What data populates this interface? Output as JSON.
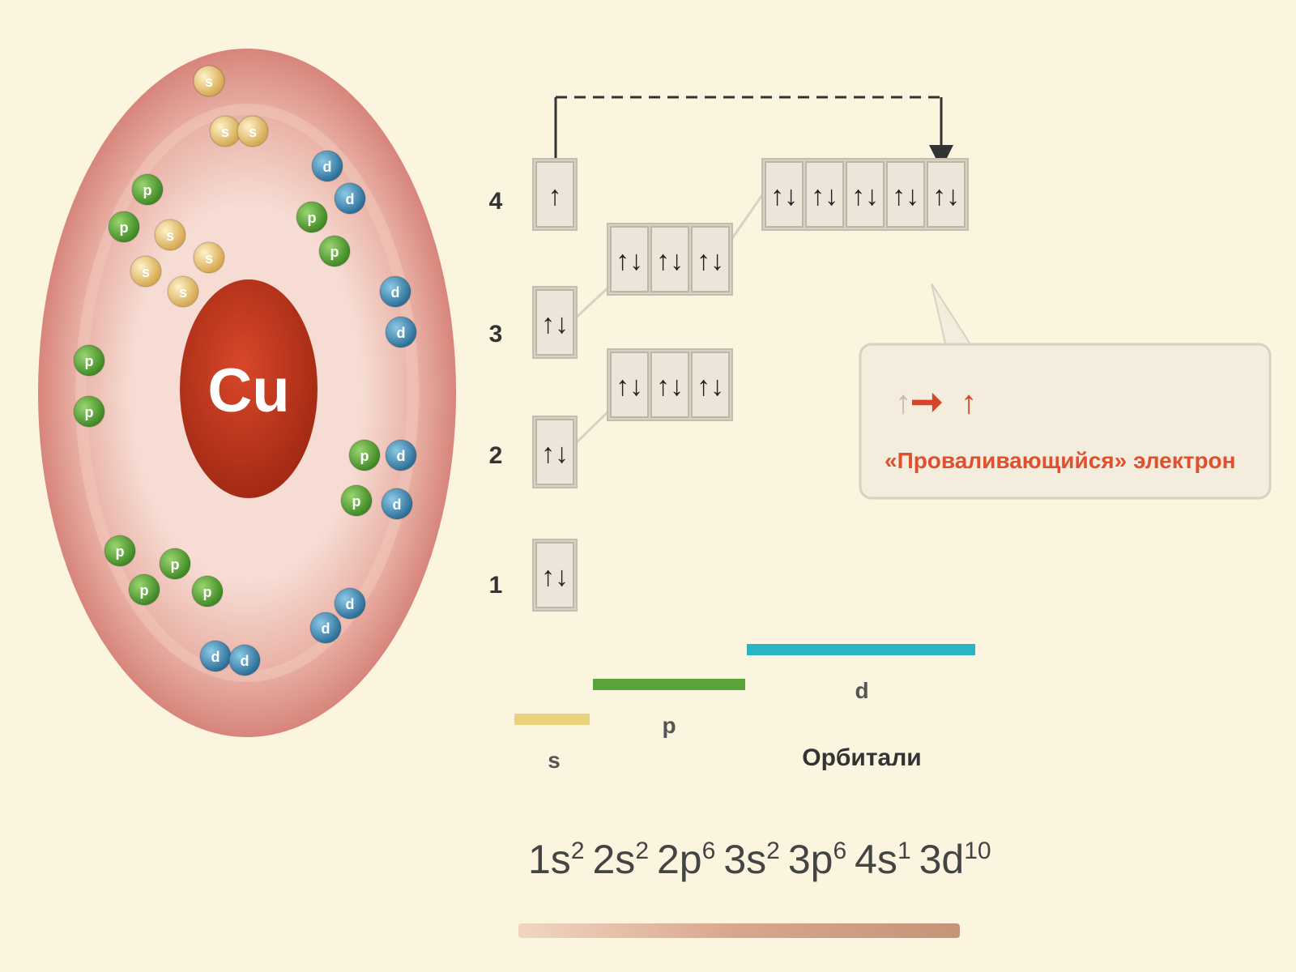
{
  "atom": {
    "symbol": "Cu",
    "particle_labels": {
      "s": "s",
      "p": "p",
      "d": "d"
    }
  },
  "levels": [
    "1",
    "2",
    "3",
    "4"
  ],
  "orbital_arrows": {
    "paired": "↑↓",
    "single": "↑"
  },
  "orbital_boxes": {
    "1s": 2,
    "2s": 2,
    "2p": 6,
    "3s": 2,
    "3p": 6,
    "4s": 1,
    "3d": 10
  },
  "callout": {
    "arrow_from": "↑",
    "arrow_to": "↑",
    "text": "«Проваливающийся» электрон"
  },
  "legend": {
    "s": "s",
    "p": "p",
    "d": "d",
    "title": "Орбитали"
  },
  "config": [
    {
      "orbital": "1s",
      "exp": "2"
    },
    {
      "orbital": "2s",
      "exp": "2"
    },
    {
      "orbital": "2p",
      "exp": "6"
    },
    {
      "orbital": "3s",
      "exp": "2"
    },
    {
      "orbital": "3p",
      "exp": "6"
    },
    {
      "orbital": "4s",
      "exp": "1"
    },
    {
      "orbital": "3d",
      "exp": "10"
    }
  ],
  "colors": {
    "background": "#fbf4df",
    "shell_outer": "#d98c82",
    "shell_inner": "#f6dcd3",
    "nucleus": "#b8331c",
    "s_particle": "#e6c070",
    "p_particle": "#5aa33a",
    "d_particle": "#3e88b0",
    "s_line": "#e8d37a",
    "p_line": "#5aa33a",
    "d_line": "#2ab4c6",
    "callout_text": "#e0502e"
  }
}
